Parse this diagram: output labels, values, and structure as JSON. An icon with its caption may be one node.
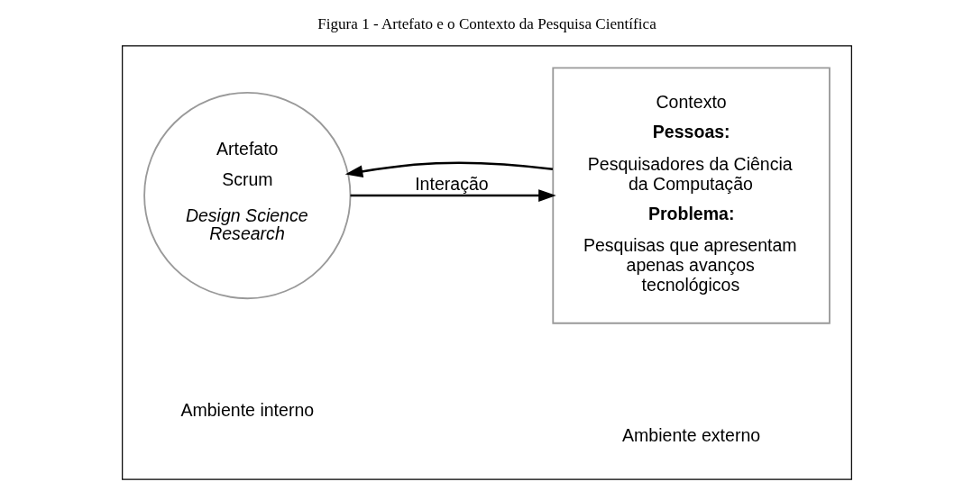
{
  "diagram": {
    "title": "Figura 1 - Artefato e o Contexto da Pesquisa Científica",
    "nodes": [
      {
        "text": [],
        "shape": "box"
      },
      {
        "text": [
          "Artefato",
          "Scrum",
          "Design Science Research"
        ],
        "in": 0
      },
      {
        "text": [
          "Contexto",
          "Pessoas:",
          "Pesquisadores da Ciência da Computação",
          "Problema:",
          "Pesquisas que apresentam apenas avanços tecnológicos"
        ],
        "in": 0
      }
    ],
    "edges": [
      {
        "from": 2,
        "to": 1,
        "arrow": "to"
      },
      {
        "from": 1,
        "to": 2,
        "arrow": "to",
        "label": "Interação"
      }
    ],
    "labels": [
      "Ambiente interno",
      "Ambiente externo"
    ]
  }
}
